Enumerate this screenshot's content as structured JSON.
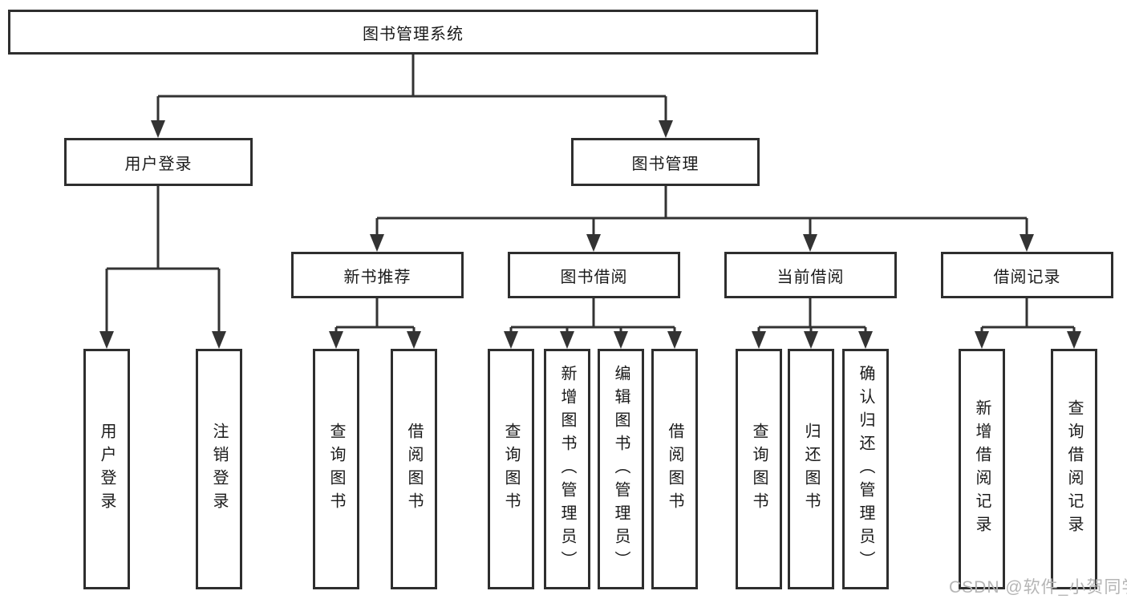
{
  "tree": {
    "root": {
      "label": "图书管理系统",
      "children": [
        {
          "label": "用户登录",
          "children": [
            {
              "label": "用户登录"
            },
            {
              "label": "注销登录"
            }
          ]
        },
        {
          "label": "图书管理",
          "children": [
            {
              "label": "新书推荐",
              "children": [
                {
                  "label": "查询图书"
                },
                {
                  "label": "借阅图书"
                }
              ]
            },
            {
              "label": "图书借阅",
              "children": [
                {
                  "label": "查询图书"
                },
                {
                  "label": "新增图书（管理员）"
                },
                {
                  "label": "编辑图书（管理员）"
                },
                {
                  "label": "借阅图书"
                }
              ]
            },
            {
              "label": "当前借阅",
              "children": [
                {
                  "label": "查询图书"
                },
                {
                  "label": "归还图书"
                },
                {
                  "label": "确认归还（管理员）"
                }
              ]
            },
            {
              "label": "借阅记录",
              "children": [
                {
                  "label": "新增借阅记录"
                },
                {
                  "label": "查询借阅记录"
                }
              ]
            }
          ]
        }
      ]
    }
  },
  "watermark": {
    "text": "CSDN @软件_小贺同学"
  },
  "colors": {
    "line": "#333333",
    "box_border": "#2e2e2e",
    "text": "#1a1a1a",
    "watermark": "#b5b5b5",
    "background": "#ffffff"
  }
}
